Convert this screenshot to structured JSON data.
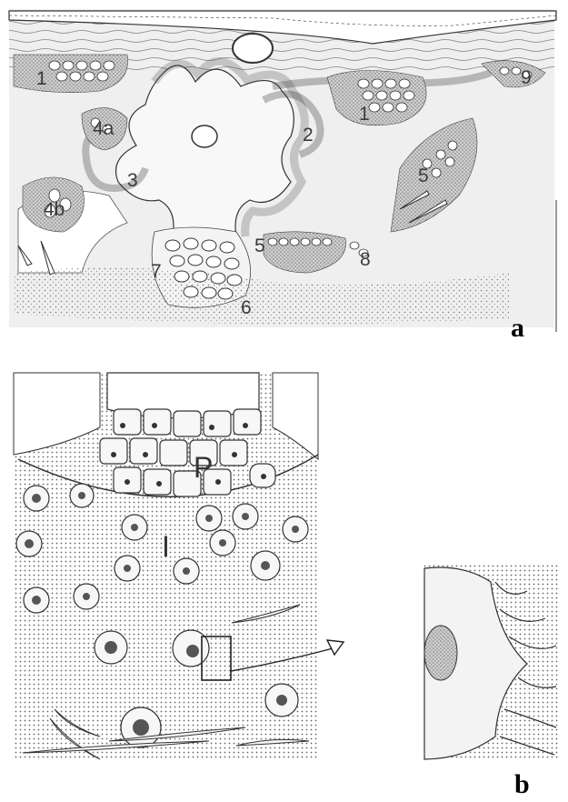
{
  "figure": {
    "panel_a": {
      "label": "a",
      "region_labels": [
        "1",
        "1",
        "2",
        "3",
        "4a",
        "4b",
        "5",
        "5",
        "6",
        "7",
        "8",
        "9"
      ]
    },
    "panel_b": {
      "label": "b",
      "region_labels": [
        "P",
        "I"
      ]
    }
  }
}
